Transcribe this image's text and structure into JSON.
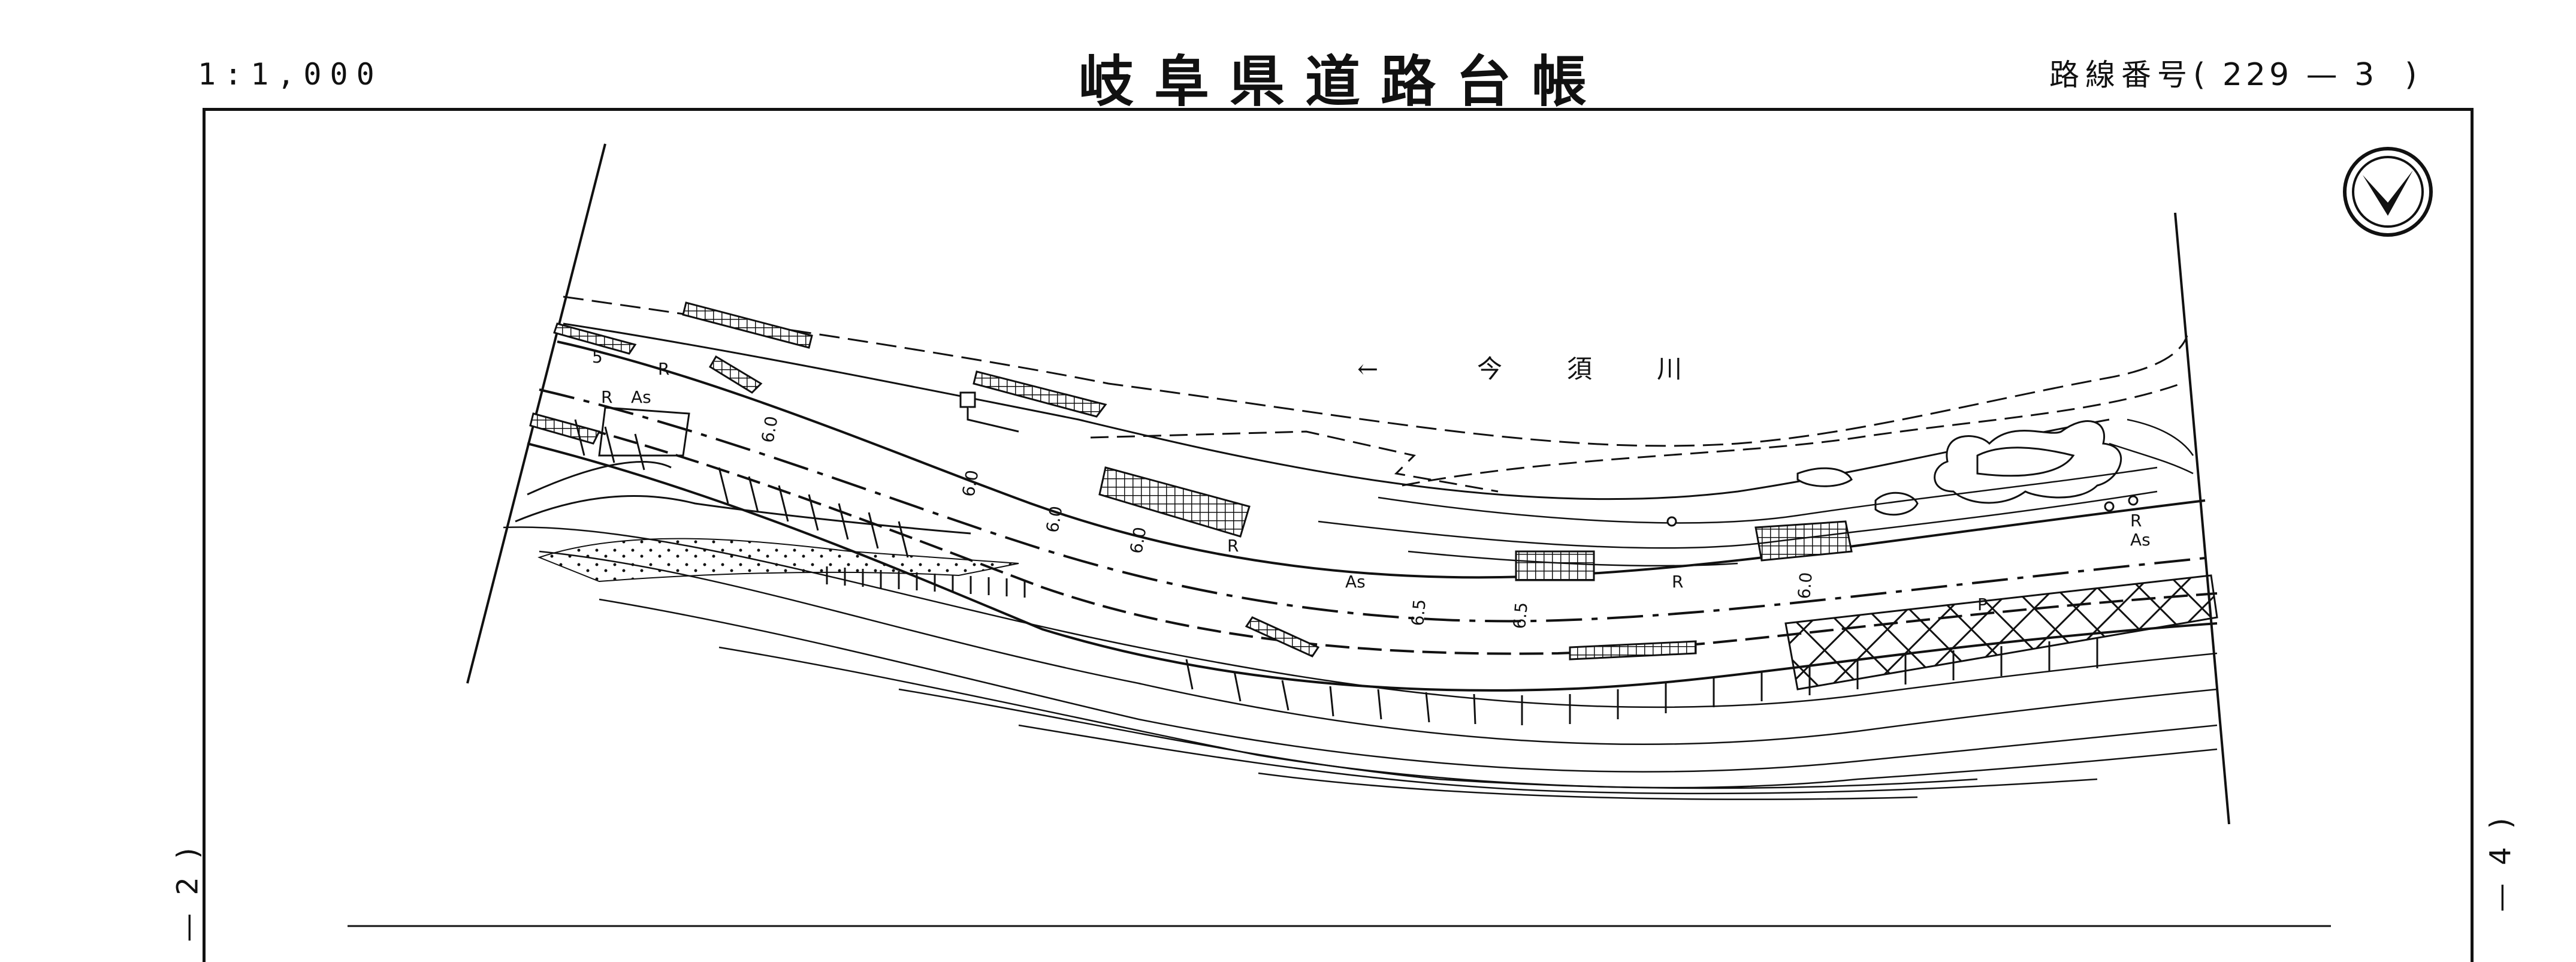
{
  "header": {
    "scale": "1:1,000",
    "title": "岐阜県道路台帳",
    "route_label": "路線番号",
    "route_number": "( 229 — 3  )"
  },
  "side_labels": {
    "left": "—2)",
    "right": "—4)"
  },
  "map": {
    "river": {
      "arrow": "←",
      "name_chars": [
        "今",
        "須",
        "川"
      ]
    },
    "labels": {
      "as": "As",
      "r": "R",
      "p": "P",
      "station": "5",
      "width_6_0": "6.0",
      "width_6_5": "6.5"
    },
    "north_symbol": "north-arrow-icon"
  }
}
